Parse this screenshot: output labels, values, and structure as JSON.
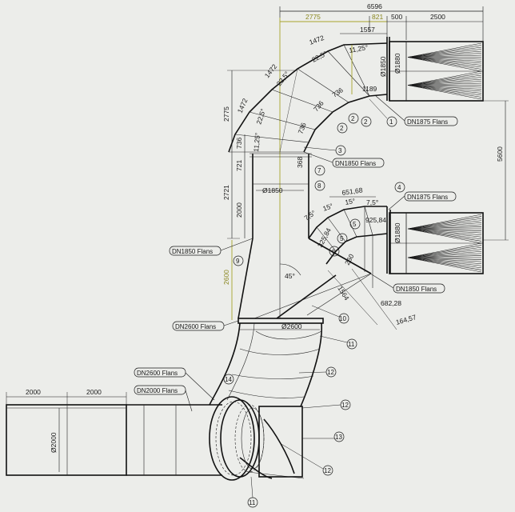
{
  "drawing": {
    "dimensions": {
      "overall_width": "6596",
      "top_2775": "2775",
      "top_821": "821",
      "top_500": "500",
      "top_2500": "2500",
      "seg_1472_a": "1472",
      "seg_1557": "1557",
      "seg_1472_b": "1472",
      "seg_1472_c": "1472",
      "seg_1189": "1189",
      "seg_736_a": "736",
      "seg_736_b": "736",
      "seg_736_c": "736",
      "seg_736_d": "736",
      "ang_11_25_a": "11,25°",
      "ang_22_5_a": "22,5°",
      "ang_22_5_b": "22,5°",
      "ang_22_5_c": "22,5°",
      "ang_11_25_b": "11,25°",
      "dia_1850_top": "Ø1850",
      "dia_1880_top": "Ø1880",
      "left_2775": "2775",
      "left_2721": "2721",
      "left_721": "721",
      "left_2000": "2000",
      "left_2600": "2600",
      "dim_368": "368",
      "dia_1850_mid": "Ø1850",
      "dim_5600": "5600",
      "dim_651_68": "651,68",
      "ang_7_5_a": "7,5°",
      "ang_15_a": "15°",
      "ang_15_b": "15°",
      "ang_7_5_b": "7,5°",
      "dim_925_84": "925,84",
      "dia_1880_mid": "Ø1880",
      "dim_325_84": "325,84",
      "dim_260": "260",
      "ang_45": "45°",
      "dim_1564": "1564",
      "dim_682_28": "682,28",
      "dim_164_57": "164,57",
      "dia_2600": "Ø2600",
      "bottom_2000_a": "2000",
      "bottom_2000_b": "2000",
      "dia_2000": "Ø2000"
    },
    "labels": {
      "dn1875_top": "DN1875 Flans",
      "dn1850_upper": "DN1850 Flans",
      "dn1875_mid": "DN1875 Flans",
      "dn1850_left": "DN1850 Flans",
      "dn1850_right": "DN1850 Flans",
      "dn2600_left": "DN2600 Flans",
      "dn2600_lower": "DN2600 Flans",
      "dn2000": "DN2000 Flans"
    },
    "balloons": [
      "1",
      "2",
      "2",
      "2",
      "3",
      "7",
      "8",
      "4",
      "5",
      "5",
      "6",
      "9",
      "10",
      "11",
      "12",
      "12",
      "13",
      "12",
      "14",
      "11"
    ]
  }
}
